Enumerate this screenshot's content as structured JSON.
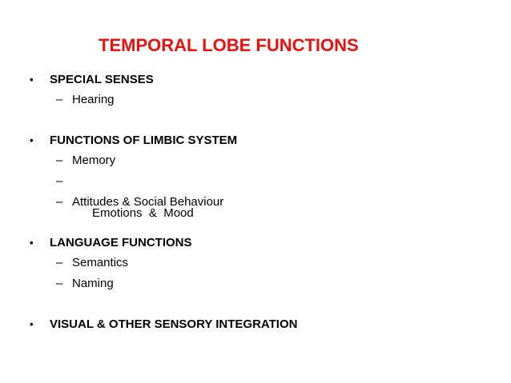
{
  "slide": {
    "title": "TEMPORAL LOBE FUNCTIONS",
    "title_color": "#e8110f",
    "sections": [
      {
        "bullet": "•",
        "heading": "SPECIAL SENSES",
        "items": [
          {
            "dash": "–",
            "text": "Hearing"
          }
        ]
      },
      {
        "bullet": "•",
        "heading": "FUNCTIONS OF LIMBIC SYSTEM",
        "items": [
          {
            "dash": "–",
            "text": "Memory"
          },
          {
            "dash": "–",
            "text": "Emotions  &  Mood"
          },
          {
            "dash": "–",
            "text": "Attitudes & Social Behaviour"
          }
        ]
      },
      {
        "bullet": "•",
        "heading": "LANGUAGE FUNCTIONS",
        "items": [
          {
            "dash": "–",
            "text": "Semantics"
          },
          {
            "dash": "–",
            "text": "Naming"
          }
        ]
      },
      {
        "bullet": "•",
        "heading": "VISUAL & OTHER SENSORY INTEGRATION",
        "items": []
      }
    ]
  }
}
